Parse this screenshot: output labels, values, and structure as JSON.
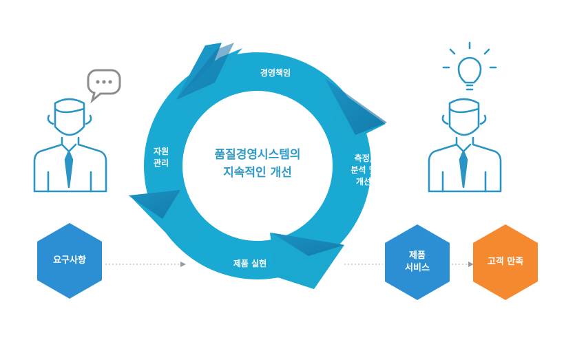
{
  "cycle": {
    "center_title": "품질경영시스템의\n지속적인 개선",
    "steps": [
      {
        "label": "경영책임"
      },
      {
        "label": "측정,\n분석 및\n개선"
      },
      {
        "label": "제품 실현"
      },
      {
        "label": "자원\n관리"
      }
    ]
  },
  "flow": {
    "input": "요구사항",
    "output": "제품\n서비스",
    "result": "고객 만족"
  },
  "icons": {
    "left_person": "businessman-icon",
    "left_bubble": "speech-bubble-icon",
    "right_person": "businessman-icon",
    "right_bulb": "lightbulb-idea-icon"
  },
  "colors": {
    "ring": "#19a9d2",
    "ring_dark": "#1271a4",
    "hex_blue": "#2d8fd3",
    "hex_orange": "#f4892f",
    "person_outline": "#2a95c4",
    "bubble": "#8c8c8c"
  }
}
